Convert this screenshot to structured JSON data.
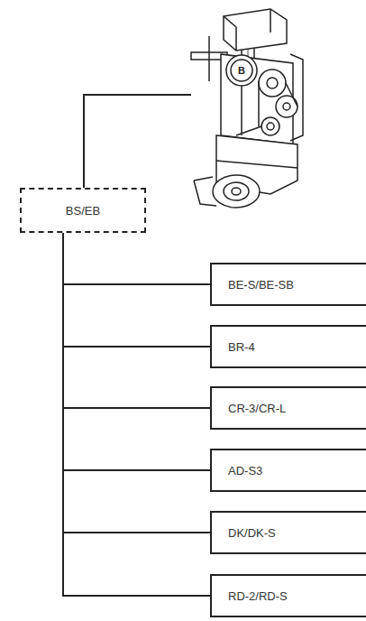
{
  "diagram": {
    "nodes": [
      {
        "text": [
          "BS/EB"
        ]
      },
      {
        "text": [
          "BE-S/BE-SB"
        ]
      },
      {
        "text": [
          "BR-4"
        ]
      },
      {
        "text": [
          "CR-3/CR-L"
        ]
      },
      {
        "text": [
          "AD-S3"
        ]
      },
      {
        "text": [
          "DK/DK-S"
        ]
      },
      {
        "text": [
          "RD-2/RD-S"
        ]
      }
    ],
    "edges": [
      {
        "from": 0,
        "to": 1,
        "arrow": "none"
      },
      {
        "from": 0,
        "to": 2,
        "arrow": "none"
      },
      {
        "from": 0,
        "to": 3,
        "arrow": "none"
      },
      {
        "from": 0,
        "to": 4,
        "arrow": "none"
      },
      {
        "from": 0,
        "to": 5,
        "arrow": "none"
      },
      {
        "from": 0,
        "to": 6,
        "arrow": "none"
      }
    ],
    "labels": [
      "B"
    ]
  }
}
